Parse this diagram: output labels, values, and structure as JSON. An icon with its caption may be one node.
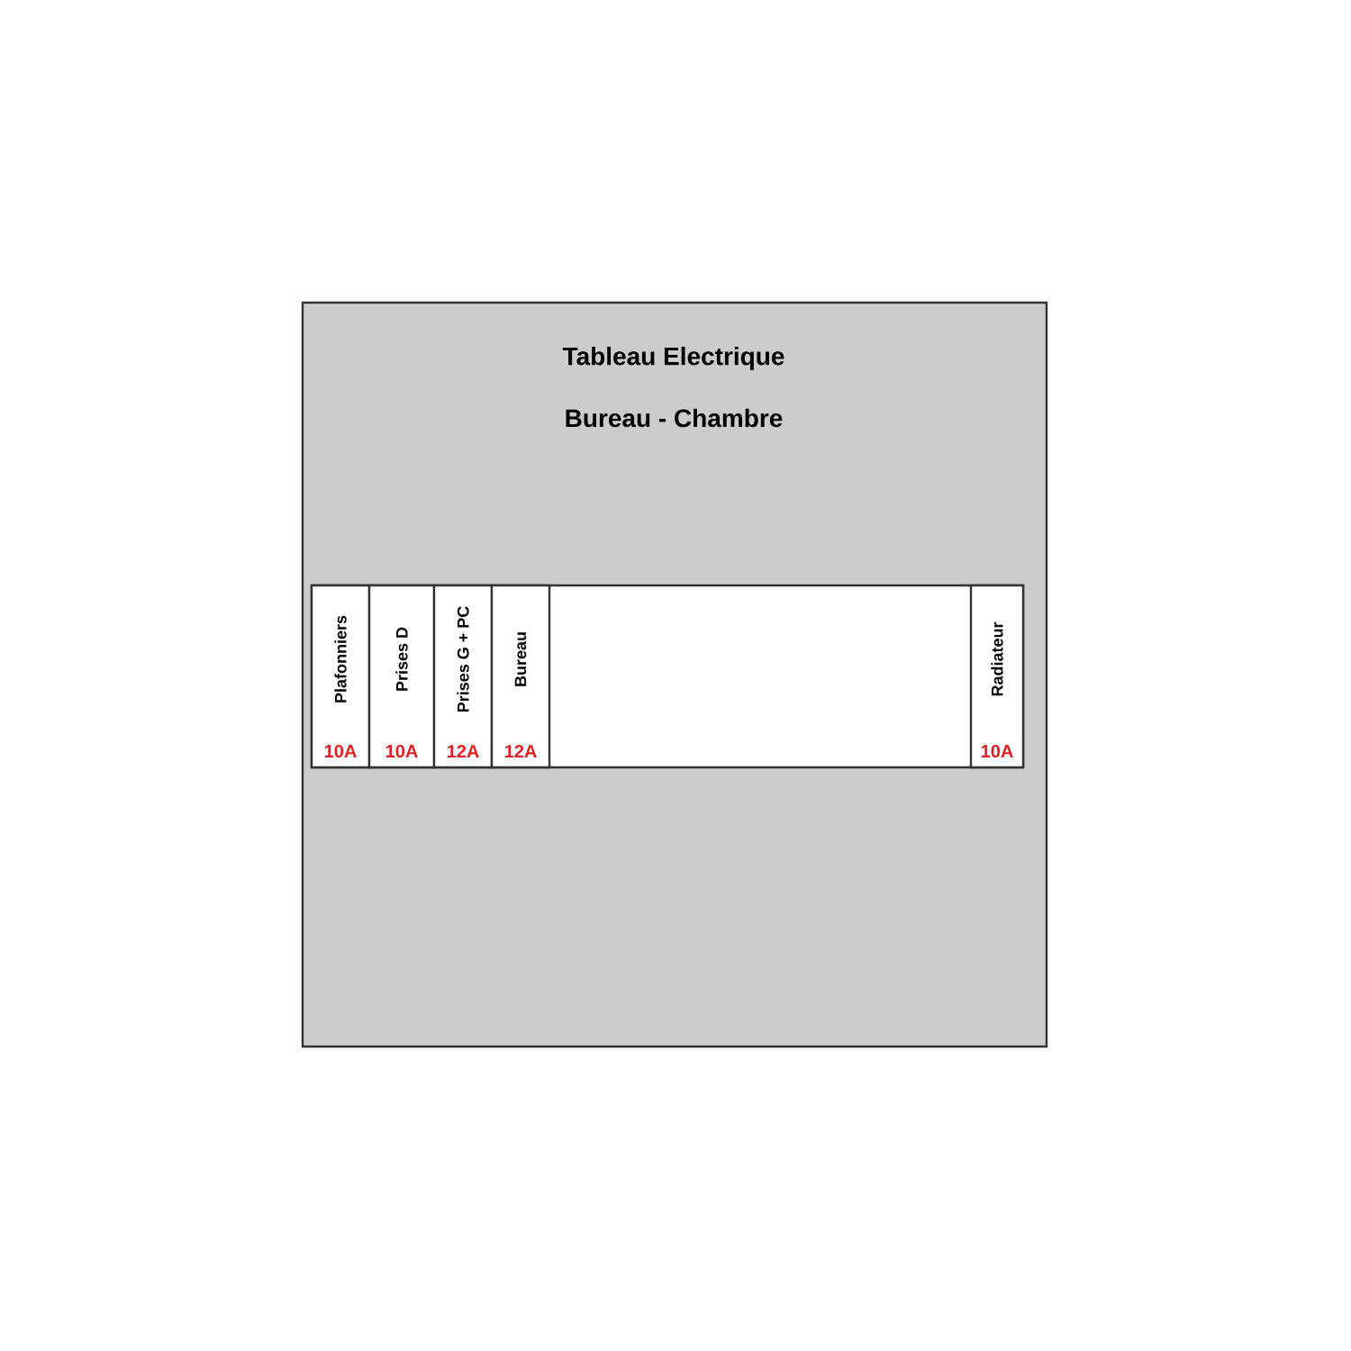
{
  "diagram": {
    "nodes": [
      {
        "text": [
          "Tableau Electrique",
          "Bureau - Chambre"
        ]
      },
      {
        "text": [],
        "shape": "box",
        "in": 0
      },
      {
        "text": [
          "Plafonniers",
          "10A"
        ],
        "in": 1
      },
      {
        "text": [
          "Prises D",
          "10A"
        ],
        "in": 1
      },
      {
        "text": [
          "Prises G + PC",
          "12A"
        ],
        "in": 1
      },
      {
        "text": [
          "Bureau",
          "12A"
        ],
        "in": 1
      },
      {
        "text": [
          "Radiateur",
          "10A"
        ],
        "in": 1
      }
    ]
  }
}
